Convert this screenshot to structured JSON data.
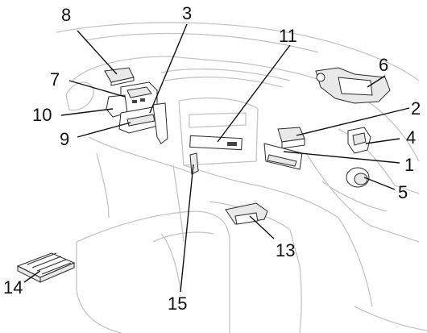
{
  "callouts": {
    "c1": "1",
    "c2": "2",
    "c3": "3",
    "c4": "4",
    "c5": "5",
    "c6": "6",
    "c7": "7",
    "c8": "8",
    "c9": "9",
    "c10": "10",
    "c11": "11",
    "c13": "13",
    "c14": "14",
    "c15": "15"
  }
}
